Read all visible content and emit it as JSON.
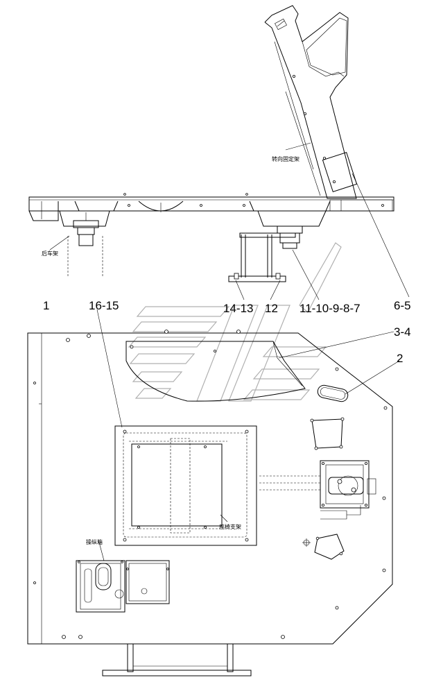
{
  "part_labels": {
    "p1": "1",
    "p16_15": "16-15",
    "p14_13": "14-13",
    "p12": "12",
    "p11_7": "11-10-9-8-7",
    "p6_5": "6-5",
    "p3_4": "3-4",
    "p2": "2"
  },
  "notes": {
    "steering_bracket": "转向固定架",
    "rear_frame": "后车架",
    "seat_bracket": "座椅支架",
    "control_box": "操纵箱"
  }
}
